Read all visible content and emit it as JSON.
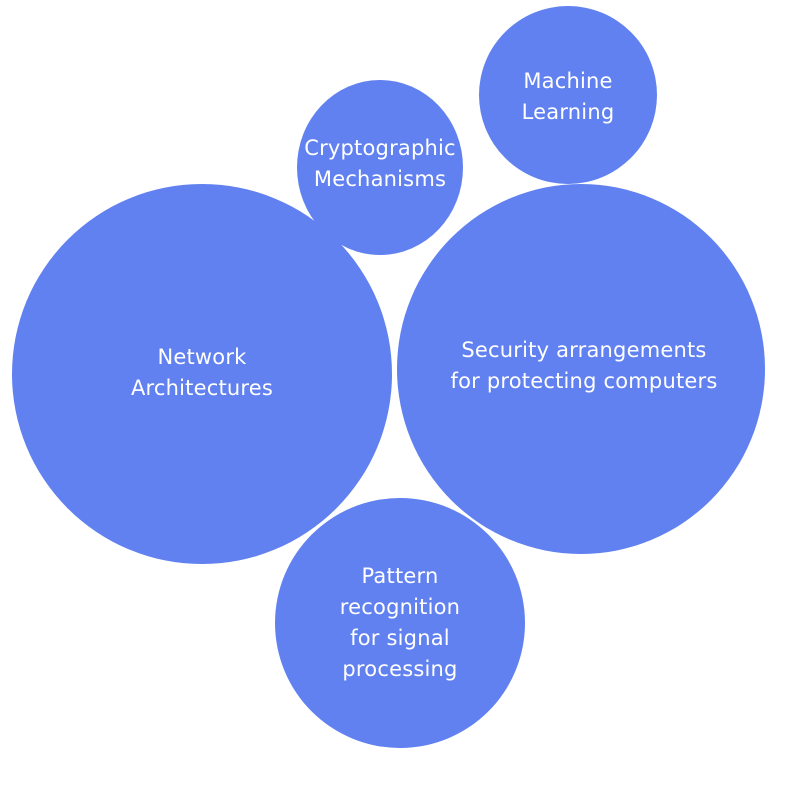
{
  "colors": {
    "bubble_fill": "#6181f0",
    "label_text": "#ffffff",
    "background": "#ffffff"
  },
  "bubbles": {
    "network": {
      "label": "Network\nArchitectures"
    },
    "security": {
      "label": "Security arrangements\nfor protecting computers"
    },
    "crypto": {
      "label": "Cryptographic\nMechanisms"
    },
    "ml": {
      "label": "Machine\nLearning"
    },
    "pattern": {
      "label": "Pattern\nrecognition\nfor signal\nprocessing"
    }
  }
}
